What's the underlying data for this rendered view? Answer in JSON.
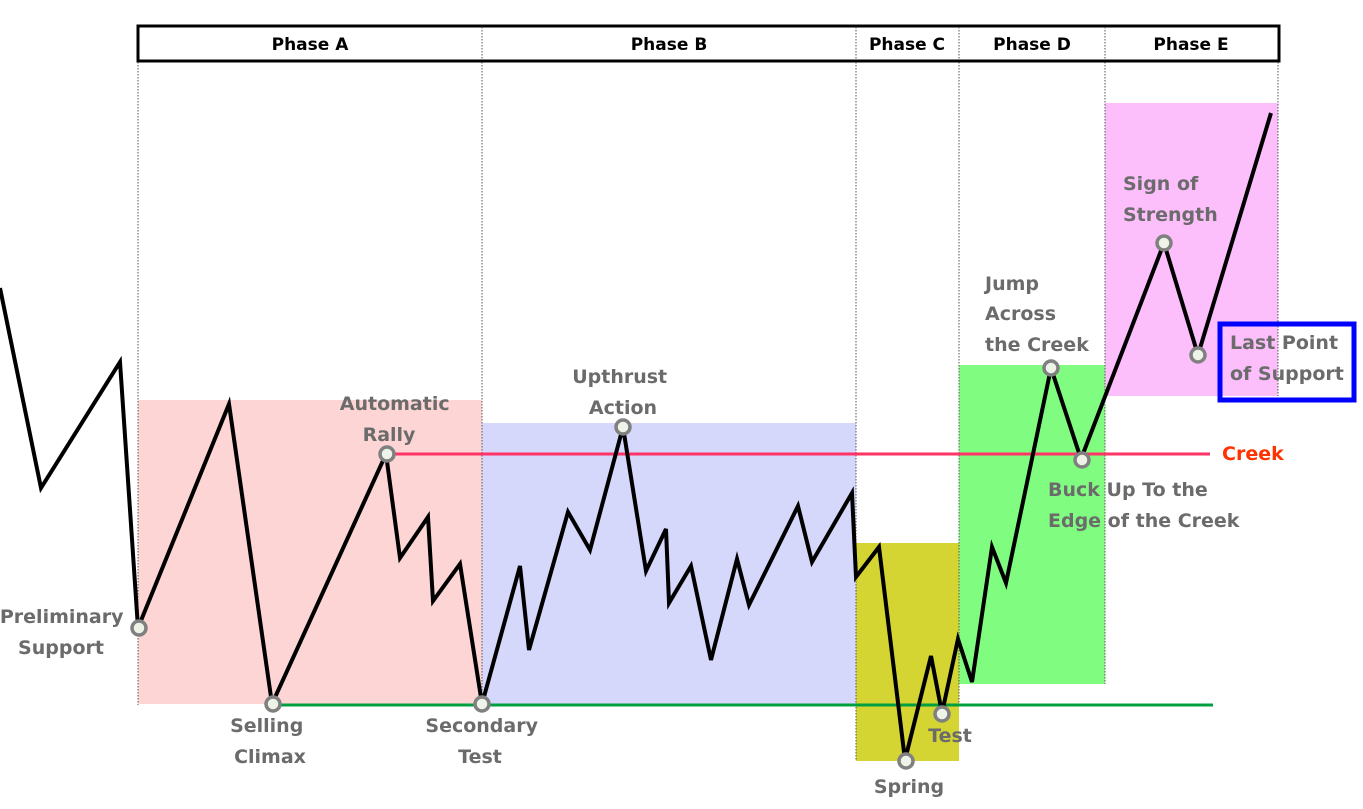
{
  "phases": [
    "Phase A",
    "Phase B",
    "Phase C",
    "Phase D",
    "Phase E"
  ],
  "levels": {
    "creek": "Creek"
  },
  "events": {
    "preliminary_support": [
      "Preliminary",
      "Support"
    ],
    "selling_climax": [
      "Selling",
      "Climax"
    ],
    "automatic_rally": [
      "Automatic",
      "Rally"
    ],
    "secondary_test": [
      "Secondary",
      "Test"
    ],
    "upthrust_action": [
      "Upthrust",
      "Action"
    ],
    "spring": [
      "Spring"
    ],
    "test": [
      "Test"
    ],
    "jump_across_creek": [
      "Jump",
      "Across",
      "the Creek"
    ],
    "buck_up": [
      "Buck Up To the",
      "Edge of the Creek"
    ],
    "sign_of_strength": [
      "Sign of",
      "Strength"
    ],
    "last_point_of_support": [
      "Last Point",
      "of Support"
    ]
  },
  "colors": {
    "phase_a": "#fdd5d5",
    "phase_b": "#d5d7fb",
    "phase_c": "#d4d432",
    "phase_d": "#80fd80",
    "phase_e": "#fcbffc",
    "creek_line": "#ff3366",
    "creek_label": "#ff3300",
    "support_line": "#00a040",
    "highlight_box": "#0000ff"
  }
}
